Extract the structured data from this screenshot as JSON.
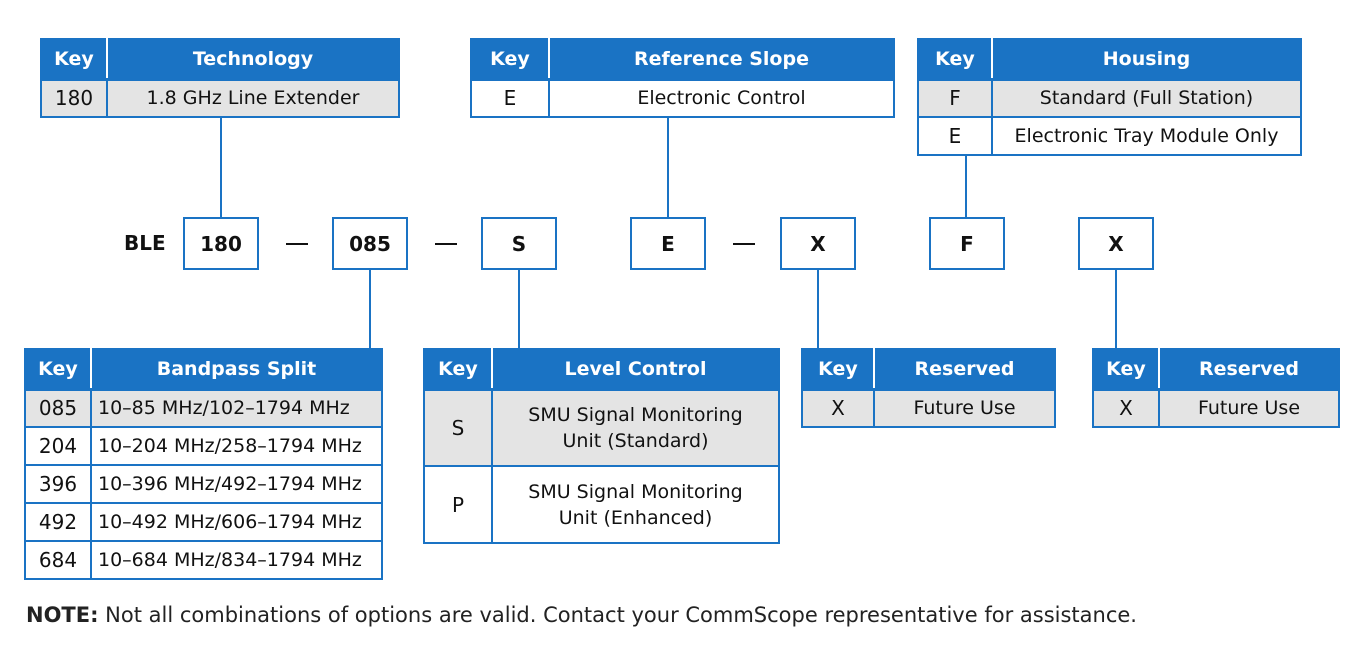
{
  "model_prefix": "BLE",
  "segments": [
    "180",
    "085",
    "S",
    "E",
    "X",
    "F",
    "X"
  ],
  "tables": {
    "technology": {
      "key_header": "Key",
      "title": "Technology",
      "rows": [
        {
          "key": "180",
          "value": "1.8 GHz Line Extender"
        }
      ]
    },
    "reference_slope": {
      "key_header": "Key",
      "title": "Reference Slope",
      "rows": [
        {
          "key": "E",
          "value": "Electronic Control"
        }
      ]
    },
    "housing": {
      "key_header": "Key",
      "title": "Housing",
      "rows": [
        {
          "key": "F",
          "value": "Standard (Full Station)"
        },
        {
          "key": "E",
          "value": "Electronic Tray Module Only"
        }
      ]
    },
    "bandpass_split": {
      "key_header": "Key",
      "title": "Bandpass Split",
      "rows": [
        {
          "key": "085",
          "value": "10–85 MHz/102–1794 MHz"
        },
        {
          "key": "204",
          "value": "10–204 MHz/258–1794 MHz"
        },
        {
          "key": "396",
          "value": "10–396 MHz/492–1794 MHz"
        },
        {
          "key": "492",
          "value": "10–492 MHz/606–1794 MHz"
        },
        {
          "key": "684",
          "value": "10–684 MHz/834–1794 MHz"
        }
      ]
    },
    "level_control": {
      "key_header": "Key",
      "title": "Level Control",
      "rows": [
        {
          "key": "S",
          "line1": "SMU Signal Monitoring",
          "line2": "Unit (Standard)"
        },
        {
          "key": "P",
          "line1": "SMU Signal Monitoring",
          "line2": "Unit (Enhanced)"
        }
      ]
    },
    "reserved_1": {
      "key_header": "Key",
      "title": "Reserved",
      "rows": [
        {
          "key": "X",
          "value": "Future Use"
        }
      ]
    },
    "reserved_2": {
      "key_header": "Key",
      "title": "Reserved",
      "rows": [
        {
          "key": "X",
          "value": "Future Use"
        }
      ]
    }
  },
  "note": {
    "label": "NOTE:",
    "text": " Not all combinations of options are valid. Contact your CommScope representative for assistance."
  },
  "colors": {
    "header_blue": "#1a73c4",
    "row_gray": "#e4e4e4",
    "text": "#111111"
  }
}
